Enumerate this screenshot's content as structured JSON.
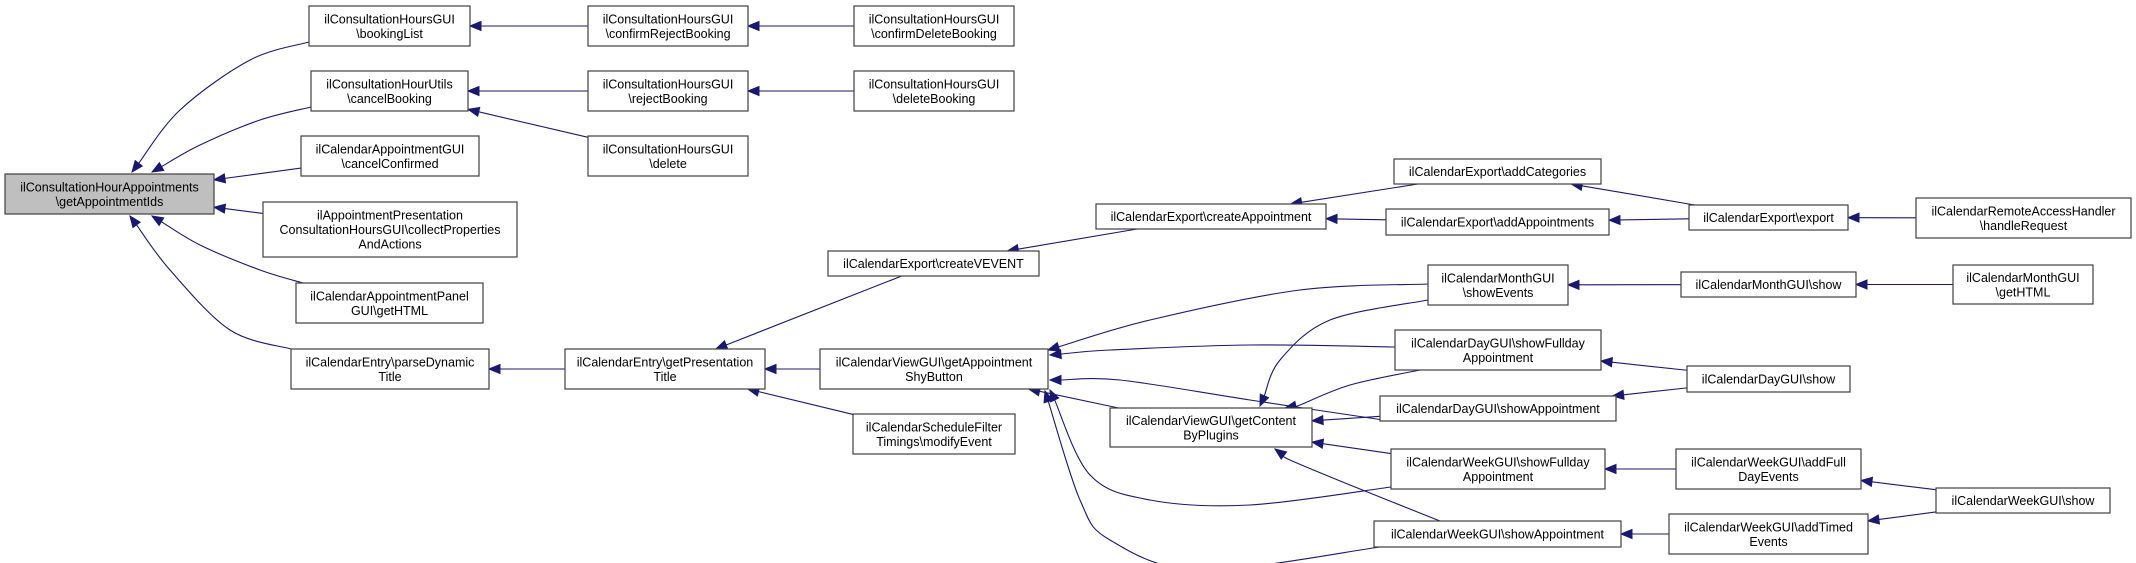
{
  "diagram": {
    "type": "call-graph",
    "title": "ilConsultationHourAppointments\\getAppointmentIds caller graph",
    "colors": {
      "edge": "#191970",
      "root_fill": "#bfbfbf",
      "node_fill": "#ffffff",
      "node_border": "#404040"
    },
    "nodes": [
      {
        "id": "root",
        "lines": [
          "ilConsultationHourAppointments",
          "\\getAppointmentIds"
        ],
        "root": true
      },
      {
        "id": "bookingList",
        "lines": [
          "ilConsultationHoursGUI",
          "\\bookingList"
        ]
      },
      {
        "id": "cancelBooking",
        "lines": [
          "ilConsultationHourUtils",
          "\\cancelBooking"
        ]
      },
      {
        "id": "cancelConfirmed",
        "lines": [
          "ilCalendarAppointmentGUI",
          "\\cancelConfirmed"
        ]
      },
      {
        "id": "collectProps",
        "lines": [
          "ilAppointmentPresentation",
          "ConsultationHoursGUI\\collectProperties",
          "AndActions"
        ]
      },
      {
        "id": "panelGetHTML",
        "lines": [
          "ilCalendarAppointmentPanel",
          "GUI\\getHTML"
        ]
      },
      {
        "id": "parseDynamic",
        "lines": [
          "ilCalendarEntry\\parseDynamic",
          "Title"
        ]
      },
      {
        "id": "confirmReject",
        "lines": [
          "ilConsultationHoursGUI",
          "\\confirmRejectBooking"
        ]
      },
      {
        "id": "rejectBooking",
        "lines": [
          "ilConsultationHoursGUI",
          "\\rejectBooking"
        ]
      },
      {
        "id": "deleteCH",
        "lines": [
          "ilConsultationHoursGUI",
          "\\delete"
        ]
      },
      {
        "id": "confirmDelete",
        "lines": [
          "ilConsultationHoursGUI",
          "\\confirmDeleteBooking"
        ]
      },
      {
        "id": "deleteBooking",
        "lines": [
          "ilConsultationHoursGUI",
          "\\deleteBooking"
        ]
      },
      {
        "id": "getPresTitle",
        "lines": [
          "ilCalendarEntry\\getPresentation",
          "Title"
        ]
      },
      {
        "id": "createVEVENT",
        "lines": [
          "ilCalendarExport\\createVEVENT"
        ]
      },
      {
        "id": "shyButton",
        "lines": [
          "ilCalendarViewGUI\\getAppointment",
          "ShyButton"
        ]
      },
      {
        "id": "modifyEvent",
        "lines": [
          "ilCalendarScheduleFilter",
          "Timings\\modifyEvent"
        ]
      },
      {
        "id": "createAppt",
        "lines": [
          "ilCalendarExport\\createAppointment"
        ]
      },
      {
        "id": "addCategories",
        "lines": [
          "ilCalendarExport\\addCategories"
        ]
      },
      {
        "id": "addAppointments",
        "lines": [
          "ilCalendarExport\\addAppointments"
        ]
      },
      {
        "id": "export",
        "lines": [
          "ilCalendarExport\\export"
        ]
      },
      {
        "id": "handleRequest",
        "lines": [
          "ilCalendarRemoteAccessHandler",
          "\\handleRequest"
        ]
      },
      {
        "id": "showEvents",
        "lines": [
          "ilCalendarMonthGUI",
          "\\showEvents"
        ]
      },
      {
        "id": "monthShow",
        "lines": [
          "ilCalendarMonthGUI\\show"
        ]
      },
      {
        "id": "monthGetHTML",
        "lines": [
          "ilCalendarMonthGUI",
          "\\getHTML"
        ]
      },
      {
        "id": "dayShowFullday",
        "lines": [
          "ilCalendarDayGUI\\showFullday",
          "Appointment"
        ]
      },
      {
        "id": "dayShowAppt",
        "lines": [
          "ilCalendarDayGUI\\showAppointment"
        ]
      },
      {
        "id": "dayShow",
        "lines": [
          "ilCalendarDayGUI\\show"
        ]
      },
      {
        "id": "contentByPlugins",
        "lines": [
          "ilCalendarViewGUI\\getContent",
          "ByPlugins"
        ]
      },
      {
        "id": "weekShowFullday",
        "lines": [
          "ilCalendarWeekGUI\\showFullday",
          "Appointment"
        ]
      },
      {
        "id": "weekShowAppt",
        "lines": [
          "ilCalendarWeekGUI\\showAppointment"
        ]
      },
      {
        "id": "addFullDay",
        "lines": [
          "ilCalendarWeekGUI\\addFull",
          "DayEvents"
        ]
      },
      {
        "id": "addTimed",
        "lines": [
          "ilCalendarWeekGUI\\addTimed",
          "Events"
        ]
      },
      {
        "id": "weekShow",
        "lines": [
          "ilCalendarWeekGUI\\show"
        ]
      }
    ],
    "edges": [
      {
        "from": "bookingList",
        "to": "root"
      },
      {
        "from": "cancelBooking",
        "to": "root"
      },
      {
        "from": "cancelConfirmed",
        "to": "root"
      },
      {
        "from": "collectProps",
        "to": "root"
      },
      {
        "from": "panelGetHTML",
        "to": "root"
      },
      {
        "from": "parseDynamic",
        "to": "root"
      },
      {
        "from": "confirmReject",
        "to": "bookingList"
      },
      {
        "from": "rejectBooking",
        "to": "cancelBooking"
      },
      {
        "from": "deleteCH",
        "to": "cancelBooking"
      },
      {
        "from": "confirmDelete",
        "to": "confirmReject"
      },
      {
        "from": "deleteBooking",
        "to": "rejectBooking"
      },
      {
        "from": "getPresTitle",
        "to": "parseDynamic"
      },
      {
        "from": "createVEVENT",
        "to": "getPresTitle"
      },
      {
        "from": "shyButton",
        "to": "getPresTitle"
      },
      {
        "from": "modifyEvent",
        "to": "getPresTitle"
      },
      {
        "from": "createAppt",
        "to": "createVEVENT"
      },
      {
        "from": "addCategories",
        "to": "createAppt"
      },
      {
        "from": "addAppointments",
        "to": "createAppt"
      },
      {
        "from": "export",
        "to": "addCategories"
      },
      {
        "from": "export",
        "to": "addAppointments"
      },
      {
        "from": "handleRequest",
        "to": "export"
      },
      {
        "from": "showEvents",
        "to": "shyButton"
      },
      {
        "from": "dayShowFullday",
        "to": "shyButton"
      },
      {
        "from": "dayShowAppt",
        "to": "shyButton"
      },
      {
        "from": "contentByPlugins",
        "to": "shyButton"
      },
      {
        "from": "weekShowFullday",
        "to": "shyButton"
      },
      {
        "from": "weekShowAppt",
        "to": "shyButton"
      },
      {
        "from": "showEvents",
        "to": "contentByPlugins"
      },
      {
        "from": "dayShowFullday",
        "to": "contentByPlugins"
      },
      {
        "from": "dayShowAppt",
        "to": "contentByPlugins"
      },
      {
        "from": "weekShowFullday",
        "to": "contentByPlugins"
      },
      {
        "from": "weekShowAppt",
        "to": "contentByPlugins"
      },
      {
        "from": "monthShow",
        "to": "showEvents"
      },
      {
        "from": "monthGetHTML",
        "to": "monthShow"
      },
      {
        "from": "dayShow",
        "to": "dayShowFullday"
      },
      {
        "from": "dayShow",
        "to": "dayShowAppt"
      },
      {
        "from": "addFullDay",
        "to": "weekShowFullday"
      },
      {
        "from": "addTimed",
        "to": "weekShowAppt"
      },
      {
        "from": "weekShow",
        "to": "addFullDay"
      },
      {
        "from": "weekShow",
        "to": "addTimed"
      }
    ]
  }
}
